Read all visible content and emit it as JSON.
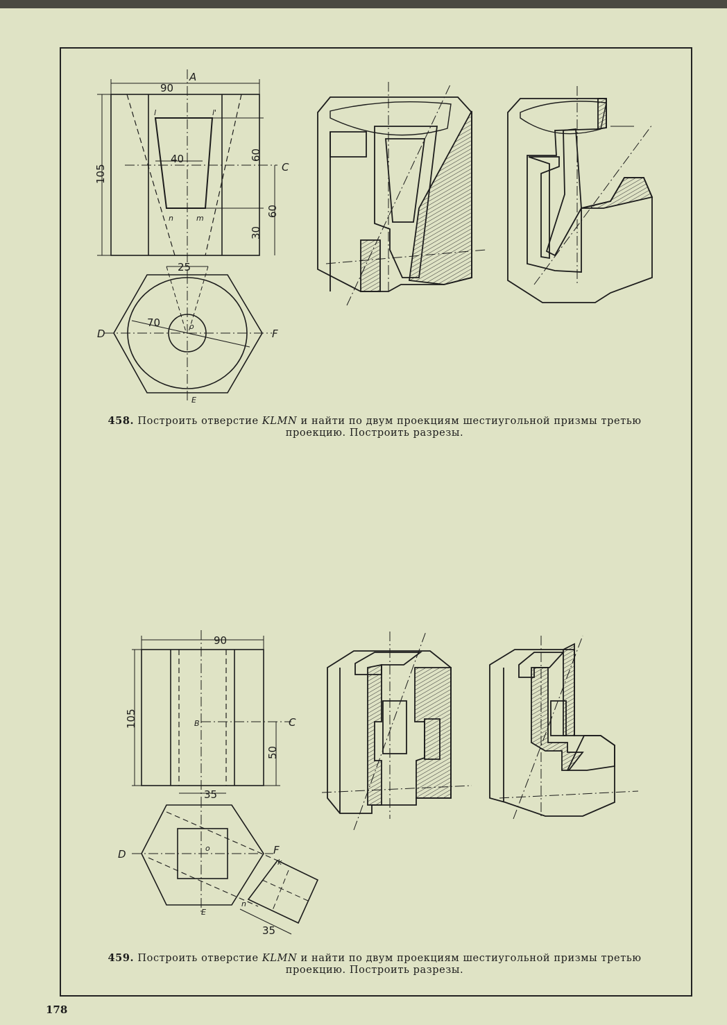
{
  "page_number": "178",
  "fig458": {
    "number": "458.",
    "caption_part1": " Построить отверстие ",
    "caption_italic": "KLMN",
    "caption_part2": " и найти по двум проекциям шестиугольной призмы третью проекцию. Построить разрезы.",
    "dim_width": "90",
    "dim_height": "105",
    "dim_hole_top": "40",
    "dim_60_upper": "60",
    "dim_60_lower": "60",
    "dim_30": "30",
    "dim_25": "25",
    "dim_70": "70",
    "label_A": "A",
    "label_C": "C",
    "label_D": "D",
    "label_F": "F",
    "label_E": "E",
    "label_o": "o",
    "label_l": "l",
    "label_l_prime": "l'",
    "label_n": "n",
    "label_m": "m"
  },
  "fig459": {
    "number": "459.",
    "caption_part1": " Построить отверстие ",
    "caption_italic": "KLMN",
    "caption_part2": " и найти по двум проекциям шестиугольной призмы третью проекцию. Построить разрезы.",
    "dim_width": "90",
    "dim_height": "105",
    "dim_50": "50",
    "dim_35": "35",
    "dim_35_small": "35",
    "label_B": "B",
    "label_C": "C",
    "label_D": "D",
    "label_F": "F",
    "label_E": "E",
    "label_o": "o",
    "label_k": "k",
    "label_n": "n"
  }
}
